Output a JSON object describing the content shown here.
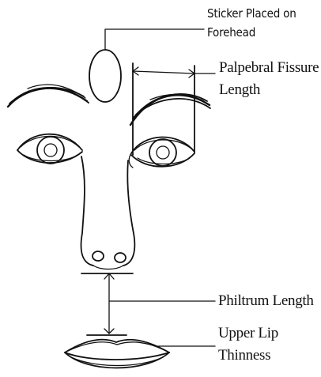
{
  "labels": {
    "sticker_line1": "Sticker Placed on",
    "sticker_line2": "Forehead",
    "palpebral_line1": "Palpebral Fissure",
    "palpebral_line2": "Length",
    "philtrum": "Philtrum Length",
    "upper_lip_line1": "Upper Lip",
    "upper_lip_line2": "Thinness"
  },
  "colors": {
    "ink": "#111111",
    "background": "#ffffff"
  }
}
